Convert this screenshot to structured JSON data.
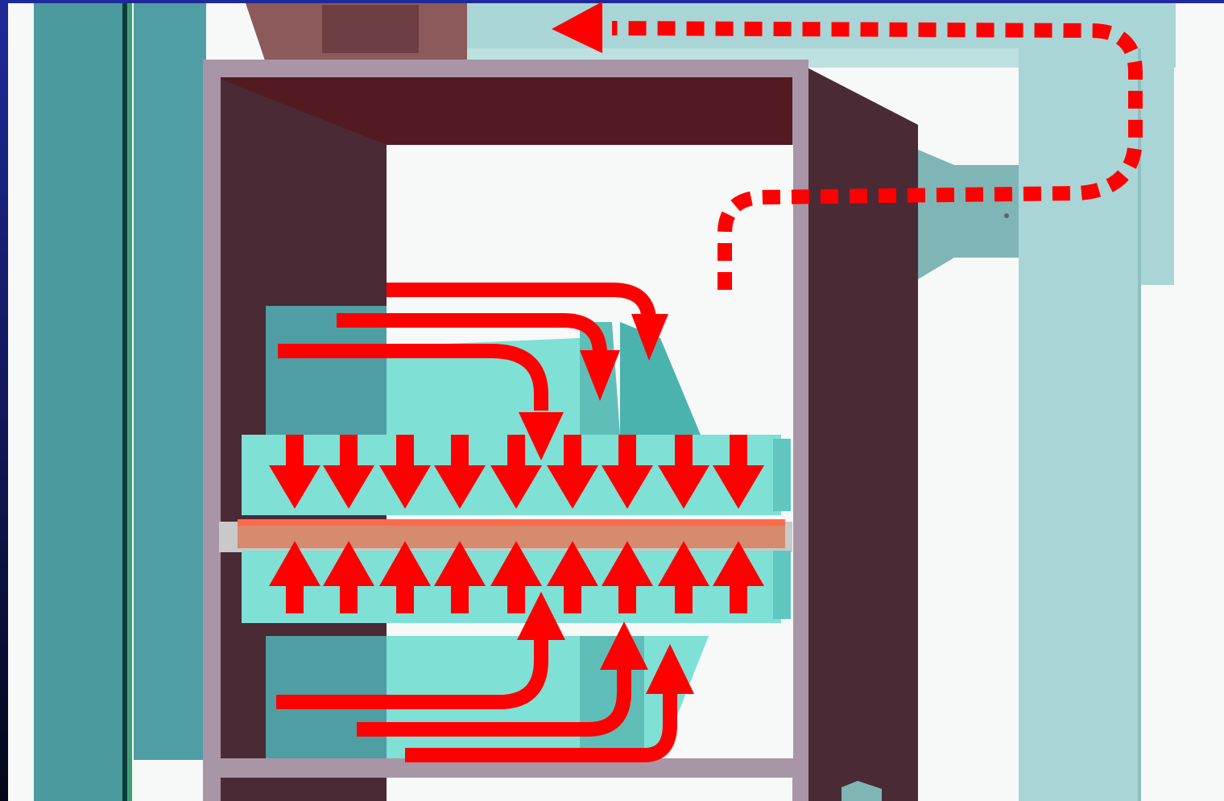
{
  "diagram": {
    "background": "#0a0a1a",
    "frame_colors": {
      "bg_gradient_top": "#1f2a9a",
      "bg_gradient_bottom": "#05061a",
      "panel_white": "#f7f8f8",
      "teal_column": "#4a9a9e",
      "light_teal": "#a9d5d6",
      "dark_maroon": "#4a2a35",
      "maroon_top": "#541a22",
      "aqua": "#7fe0d6",
      "aqua_light": "#a6f3ec",
      "aqua_dark": "#4bb3ae",
      "frame_grey": "#a896a6",
      "copper": "#d68a6e",
      "arrow_red": "#ff0000"
    },
    "flow": {
      "downward_arrow_count": 9,
      "upward_arrow_count": 9,
      "top_inlet_curves": 3,
      "bottom_inlet_curves": 3,
      "return_path_style": "dashed"
    }
  }
}
